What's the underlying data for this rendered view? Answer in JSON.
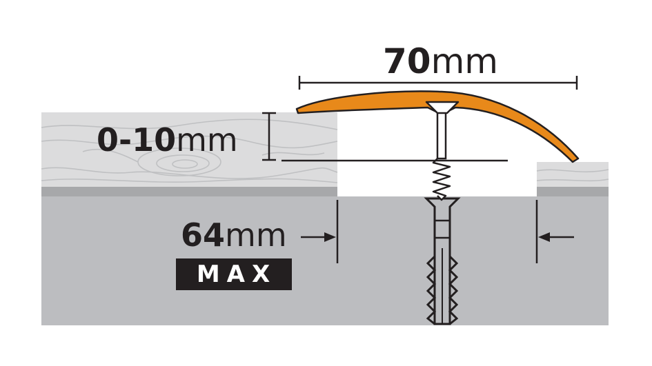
{
  "dimensions": {
    "width": {
      "value": "70",
      "unit": "mm"
    },
    "height": {
      "value": "0-10",
      "unit": "mm"
    },
    "gap": {
      "value": "64",
      "unit": "mm",
      "badge": "MAX"
    }
  },
  "colors": {
    "profile": "#e8891a",
    "profile_stroke": "#231f20",
    "floor_top": "#dcdcdd",
    "floor_edge": "#a7a8aa",
    "subfloor": "#bcbdc0",
    "line": "#231f20",
    "badge_bg": "#231f20",
    "badge_text": "#ffffff"
  }
}
